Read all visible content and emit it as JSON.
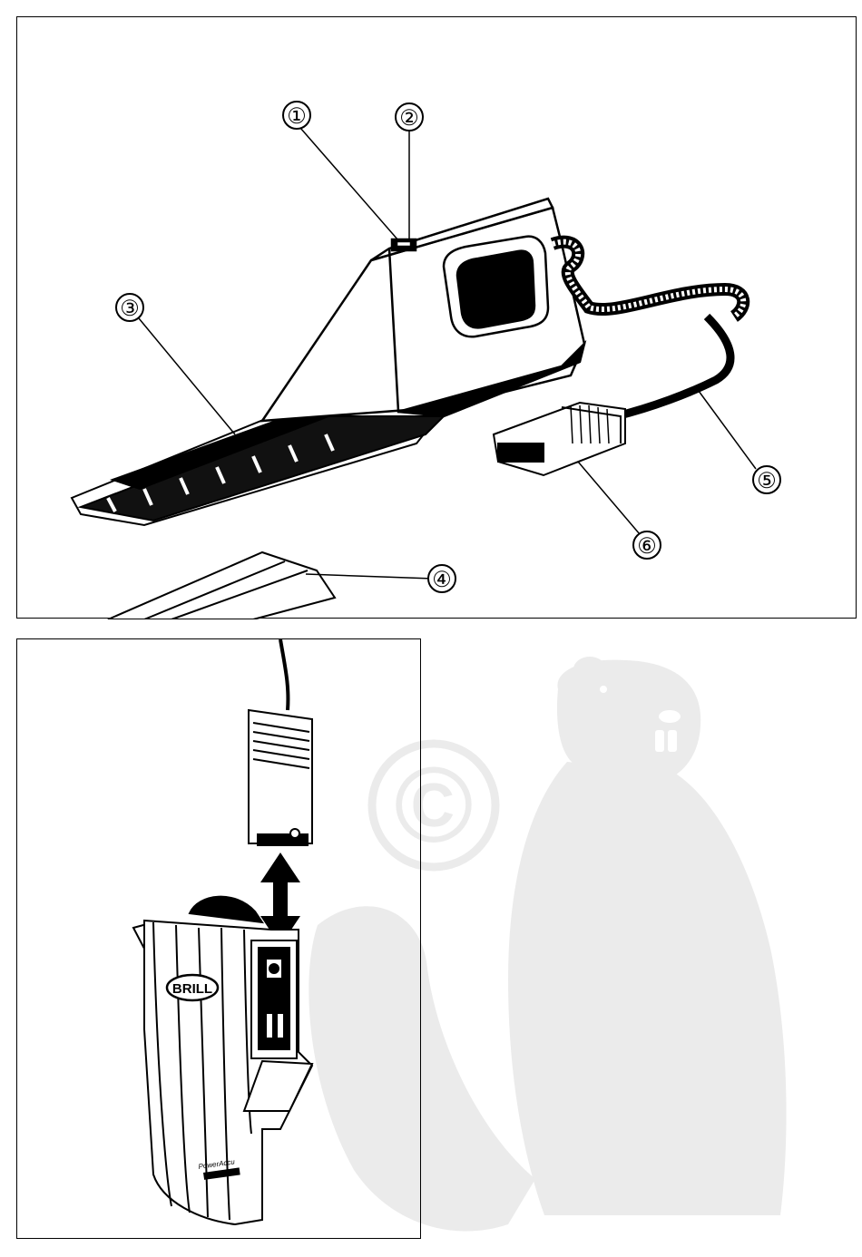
{
  "figure_top": {
    "callouts": [
      {
        "label": "①"
      },
      {
        "label": "②"
      },
      {
        "label": "③"
      },
      {
        "label": "④"
      },
      {
        "label": "⑤"
      },
      {
        "label": "⑥"
      }
    ]
  },
  "figure_bottom": {
    "battery_logo_text": "BRILL",
    "battery_model_text": "PowerAccu"
  },
  "watermark": {
    "copyright_symbol": "©",
    "mascot": "beaver-icon",
    "color": "#ebebeb"
  },
  "colors": {
    "line": "#000000",
    "background": "#ffffff"
  }
}
